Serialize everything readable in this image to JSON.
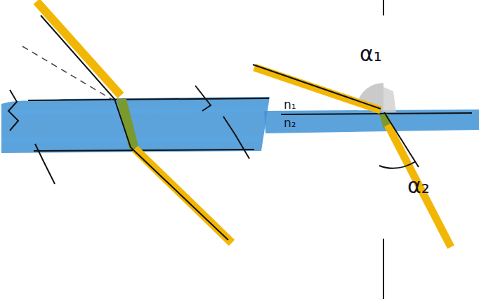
{
  "diagram": {
    "labels": [
      "α₁",
      "n₁",
      "n₂",
      "α₂"
    ]
  }
}
